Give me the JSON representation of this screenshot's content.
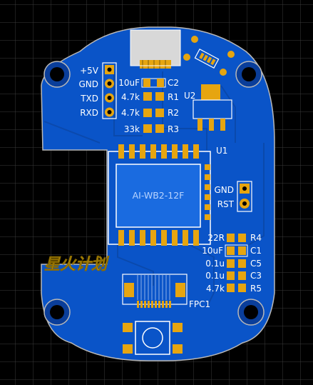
{
  "board": {
    "colors": {
      "background": "#000000",
      "grid": "#3a3a3a",
      "board_blue": "#0a54c8",
      "copper_pad": "#e6a510",
      "silk_white": "#ffffff",
      "module_blue": "#1a6be0",
      "outline_gray": "#b8b8b8",
      "logo_yellow": "#f0c020"
    },
    "header_pins": [
      "+5V",
      "GND",
      "TXD",
      "RXD"
    ],
    "passives_left": [
      {
        "value": "10uF",
        "ref": "C2"
      },
      {
        "value": "4.7k",
        "ref": "R1"
      },
      {
        "value": "4.7k",
        "ref": "R2"
      },
      {
        "value": "33k",
        "ref": "R3"
      }
    ],
    "regulator_ref": "U2",
    "module_ref": "U1",
    "module_name": "AI-WB2-12F",
    "side_pins": [
      "GND",
      "RST"
    ],
    "passives_right": [
      {
        "value": "22R",
        "ref": "R4"
      },
      {
        "value": "10uF",
        "ref": "C1"
      },
      {
        "value": "0.1u",
        "ref": "C5"
      },
      {
        "value": "0.1u",
        "ref": "C3"
      },
      {
        "value": "4.7k",
        "ref": "R5"
      }
    ],
    "logo_text": "星火计划",
    "fpc_ref": "FPC1"
  }
}
